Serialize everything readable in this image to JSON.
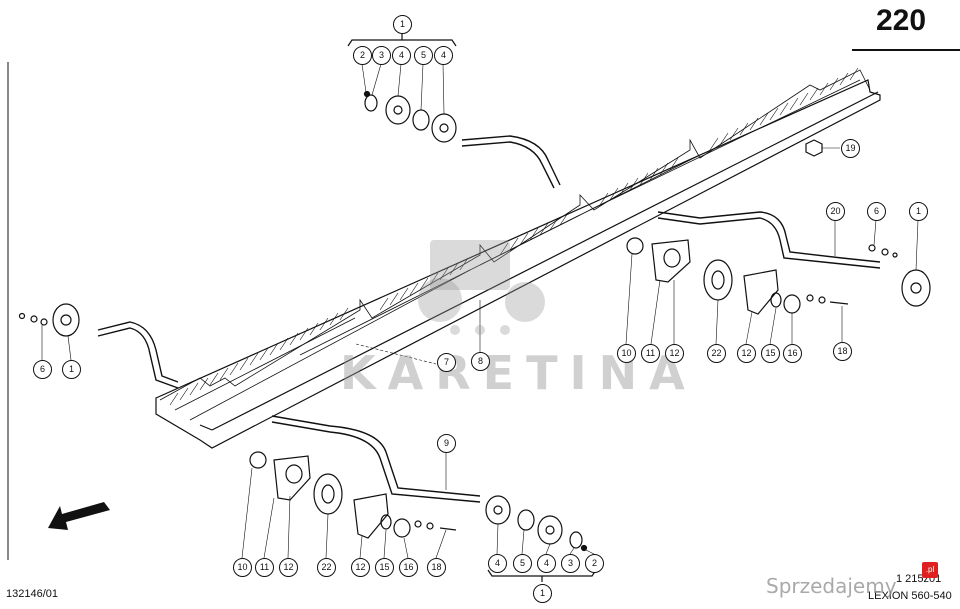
{
  "page_number": "220",
  "drawing_code": "132146/01",
  "drawing_ref": "1 215z01",
  "model": "LEXION 560-540",
  "watermark": "KARETINA",
  "site_watermark": "Sprzedajemy",
  "site_badge": ".pl",
  "callouts": [
    "1",
    "2",
    "3",
    "4",
    "5",
    "4",
    "19",
    "20",
    "6",
    "1",
    "10",
    "11",
    "12",
    "22",
    "12",
    "15",
    "16",
    "18",
    "6",
    "1",
    "7",
    "8",
    "9",
    "10",
    "11",
    "12",
    "22",
    "12",
    "15",
    "16",
    "18",
    "4",
    "5",
    "4",
    "3",
    "2",
    "1"
  ]
}
